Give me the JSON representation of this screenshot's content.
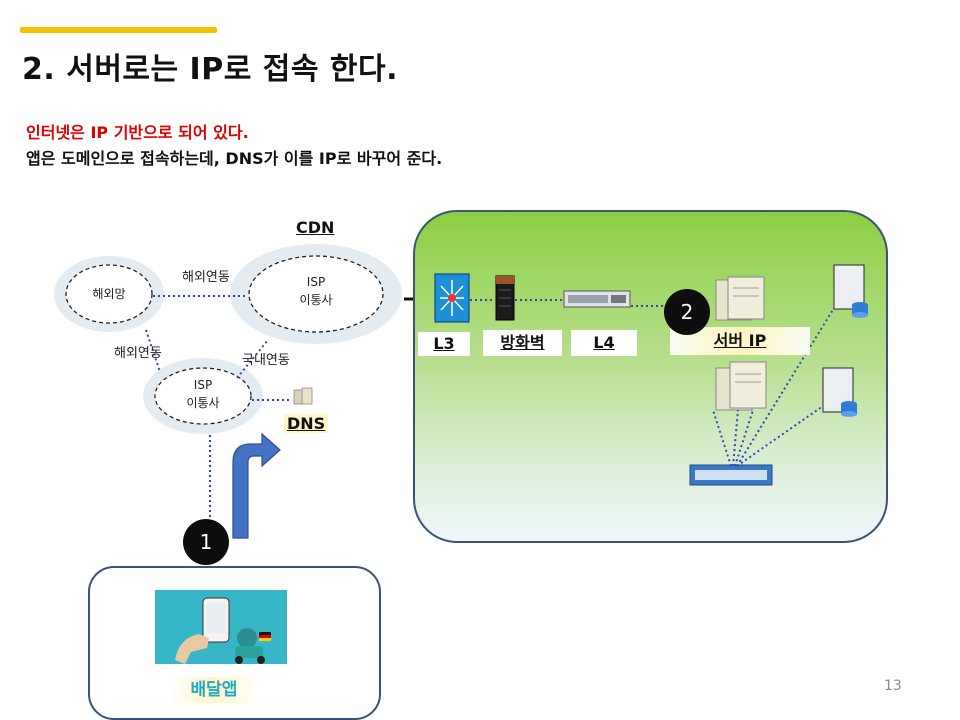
{
  "slide": {
    "title": "2. 서버로는 IP로 접속 한다.",
    "line1": "인터넷은 IP 기반으로 되어 있다.",
    "line2": "앱은 도메인으로 접속하는데,  DNS가 이를 IP로 바꾸어 준다.",
    "page_number": "13",
    "colors": {
      "accent": "#f2c200",
      "highlight": "#e00000",
      "panel_border": "#3b5275"
    }
  },
  "network": {
    "overseas_net": "해외망",
    "isp_top": "ISP\n이통사",
    "isp_bottom": "ISP\n이통사",
    "link_top": "해외연동",
    "link_left": "해외연동",
    "link_domestic": "국내연동",
    "cdn": "CDN",
    "dns": "DNS"
  },
  "datacenter": {
    "l3": "L3",
    "firewall": "방화벽",
    "l4": "L4",
    "server_ip": "서버 IP"
  },
  "steps": {
    "step1": "1",
    "step2": "2"
  },
  "app": {
    "label": "배달앱"
  },
  "icons": [
    "switch-icon",
    "firewall-icon",
    "load-balancer-icon",
    "server-icon",
    "db-server-icon",
    "storage-switch-icon",
    "arrow-icon",
    "delivery-app-image"
  ]
}
